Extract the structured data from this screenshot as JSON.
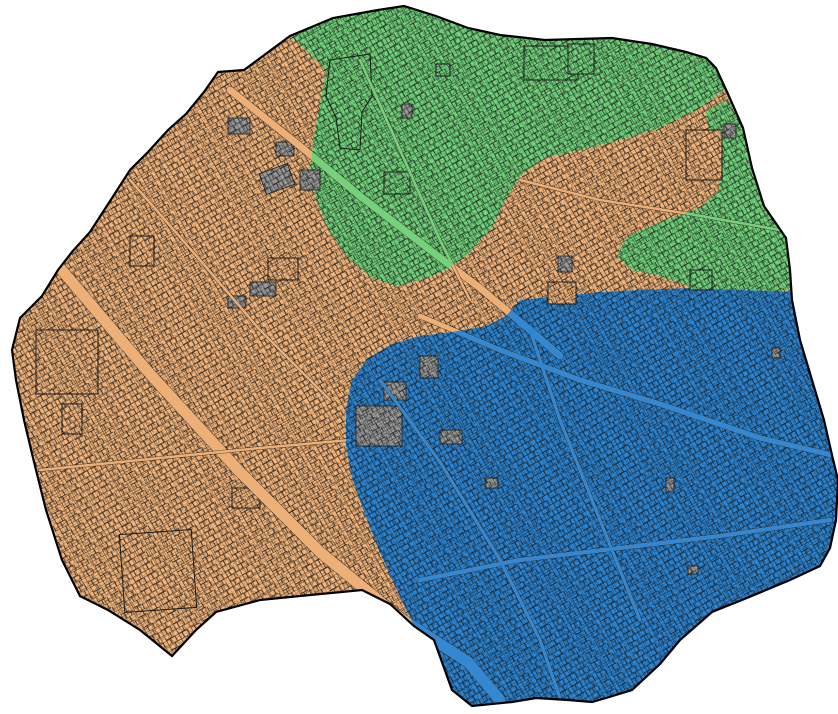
{
  "map": {
    "zones": [
      {
        "id": "zone-orange",
        "color": "#f4b57a"
      },
      {
        "id": "zone-green",
        "color": "#70d47a"
      },
      {
        "id": "zone-blue",
        "color": "#2a86d6"
      }
    ],
    "vacant_color": "#9a9a9a",
    "parcel_stroke_color": "#1a1a1a",
    "boundary_color": "#000000",
    "background_color": "#ffffff"
  }
}
